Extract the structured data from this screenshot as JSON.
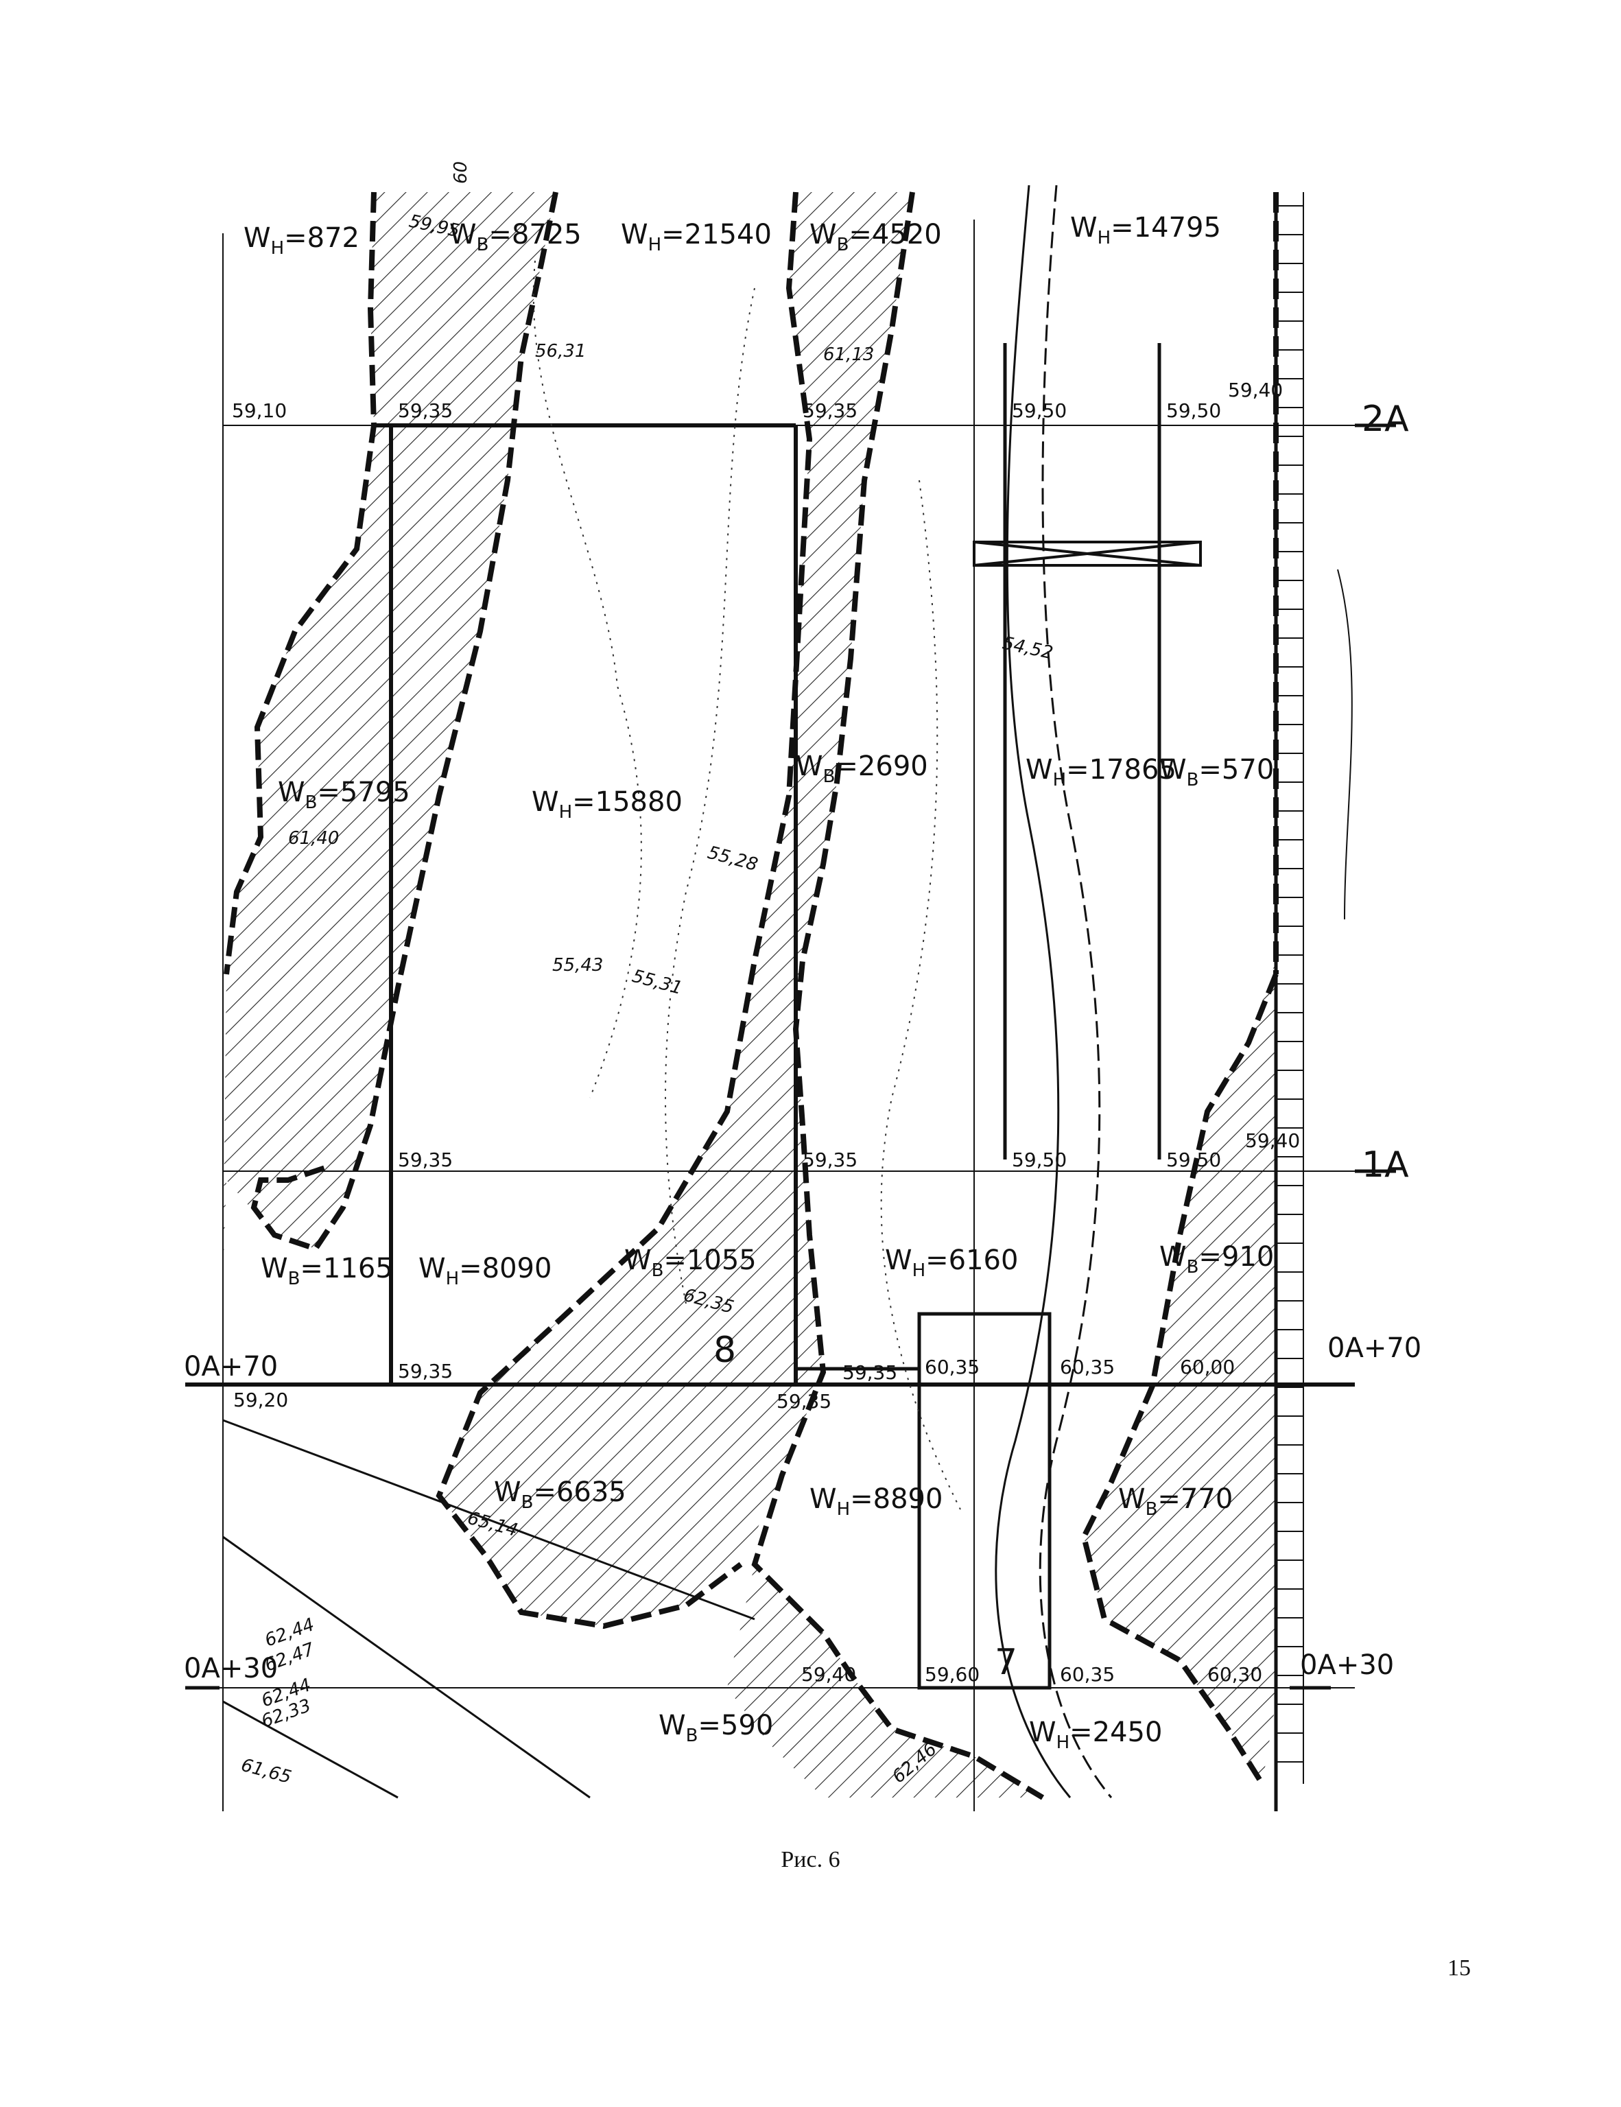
{
  "caption": "Рис. 6",
  "page_number": "15",
  "section_labels": {
    "s2A": "2A",
    "s1A": "1A",
    "s0A70_left": "0A+70",
    "s0A70_right": "0A+70",
    "s0A30_left": "0A+30",
    "s0A30_right": "0A+30"
  },
  "zone_volumes": [
    {
      "kind": "H",
      "value": "872"
    },
    {
      "kind": "B",
      "value": "8725"
    },
    {
      "kind": "H",
      "value": "21540"
    },
    {
      "kind": "B",
      "value": "4520"
    },
    {
      "kind": "H",
      "value": "14795"
    },
    {
      "kind": "B",
      "value": "5795"
    },
    {
      "kind": "H",
      "value": "15880"
    },
    {
      "kind": "B",
      "value": "2690"
    },
    {
      "kind": "H",
      "value": "17865"
    },
    {
      "kind": "B",
      "value": "570"
    },
    {
      "kind": "B",
      "value": "1165"
    },
    {
      "kind": "H",
      "value": "8090"
    },
    {
      "kind": "B",
      "value": "1055"
    },
    {
      "kind": "H",
      "value": "6160"
    },
    {
      "kind": "B",
      "value": "910"
    },
    {
      "kind": "B",
      "value": "6635"
    },
    {
      "kind": "H",
      "value": "8890"
    },
    {
      "kind": "B",
      "value": "770"
    },
    {
      "kind": "B",
      "value": "590"
    },
    {
      "kind": "H",
      "value": "2450"
    }
  ],
  "design_elevations": {
    "row_2A": [
      "59,10",
      "59,35",
      "59,35",
      "59,50",
      "59,50",
      "59,40"
    ],
    "row_1A": [
      "59,35",
      "59,35",
      "59,50",
      "59,50",
      "59,40"
    ],
    "row_0A70": [
      "59,35",
      "59,20",
      "59,35",
      "59,35",
      "60,35",
      "60,35",
      "60,00"
    ],
    "row_0A30": [
      "59,40",
      "59,60",
      "60,35",
      "60,30"
    ]
  },
  "spot_heights": [
    "59,95",
    "56,31",
    "61,13",
    "54,52",
    "61,40",
    "55,28",
    "55,43",
    "55,31",
    "62,35",
    "65,14",
    "62,44",
    "62,47",
    "62,44",
    "62,33",
    "61,65",
    "62,46"
  ],
  "contour_label": "60",
  "plot_numbers": [
    "8",
    "7"
  ]
}
